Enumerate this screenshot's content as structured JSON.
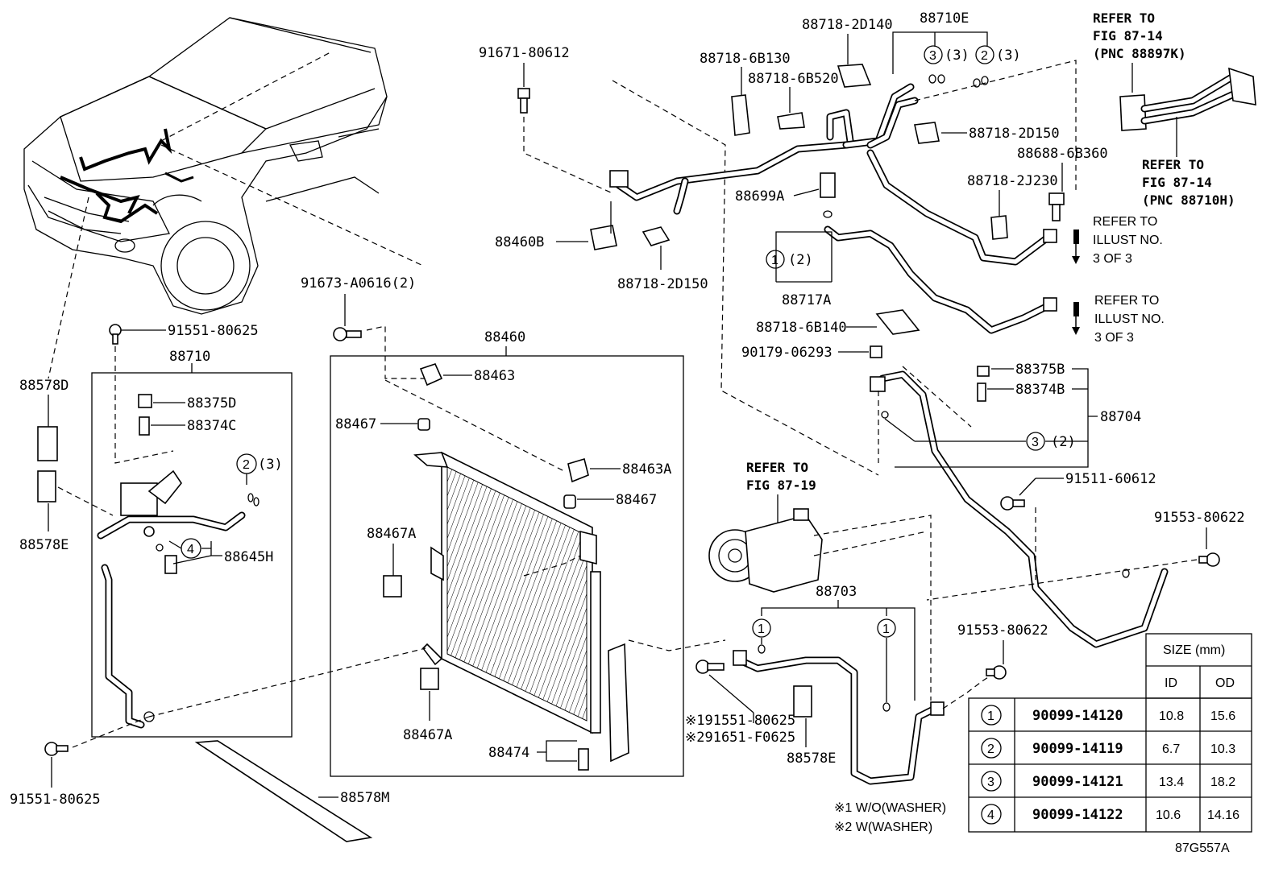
{
  "labels": {
    "p91671_80612": "91671-80612",
    "p88718_6B130": "88718-6B130",
    "p88718_2D140": "88718-2D140",
    "p88710E": "88710E",
    "p88718_6B520": "88718-6B520",
    "p88718_2D150_top": "88718-2D150",
    "p88688_6B360": "88688-6B360",
    "p88718_2J230": "88718-2J230",
    "p88699A": "88699A",
    "p88460B": "88460B",
    "p88718_2D150_mid": "88718-2D150",
    "p88717A": "88717A",
    "p88718_6B140": "88718-6B140",
    "p90179_06293": "90179-06293",
    "p91673_A0616": "91673-A0616(2)",
    "p91551_80625_top": "91551-80625",
    "p88710": "88710",
    "p88460": "88460",
    "p88578D": "88578D",
    "p88375D": "88375D",
    "p88374C": "88374C",
    "p88578E_left": "88578E",
    "p88645H": "88645H",
    "p88463": "88463",
    "p88467_top": "88467",
    "p88463A": "88463A",
    "p88467_mid": "88467",
    "p88467A_top": "88467A",
    "p88467A_bot": "88467A",
    "p88474": "88474",
    "p88578M": "88578M",
    "p91551_80625_bot": "91551-80625",
    "p88375B": "88375B",
    "p88374B": "88374B",
    "p88704": "88704",
    "p91511_60612": "91511-60612",
    "p91553_80622_right": "91553-80622",
    "p91553_80622_mid": "91553-80622",
    "p88703": "88703",
    "p88578E_mid": "88578E",
    "p191551": "※191551-80625",
    "p291651": "※291651-F0625",
    "note1": "※1 W/O(WASHER)",
    "note2": "※2 W(WASHER)",
    "fig_code": "87G557A"
  },
  "callouts": {
    "c3_3": "(3)",
    "c2_3": "(3)",
    "c1_2": "(2)",
    "c3_2": "(2)",
    "c2_3_left": "(3)"
  },
  "refs": {
    "ref_top_right_1": [
      "REFER TO",
      "FIG 87-14",
      "(PNC 88897K)"
    ],
    "ref_top_right_2": [
      "REFER TO",
      "FIG 87-14",
      "(PNC 88710H)"
    ],
    "ref_illust_1": [
      "REFER TO",
      "ILLUST NO.",
      "3 OF 3"
    ],
    "ref_illust_2": [
      "REFER TO",
      "ILLUST NO.",
      "3 OF 3"
    ],
    "ref_compressor": [
      "REFER TO",
      "FIG 87-19"
    ]
  },
  "size_table": {
    "header": "SIZE (mm)",
    "col_id": "ID",
    "col_od": "OD",
    "rows": [
      {
        "no": "1",
        "part": "90099-14120",
        "id": "10.8",
        "od": "15.6"
      },
      {
        "no": "2",
        "part": "90099-14119",
        "id": "6.7",
        "od": "10.3"
      },
      {
        "no": "3",
        "part": "90099-14121",
        "id": "13.4",
        "od": "18.2"
      },
      {
        "no": "4",
        "part": "90099-14122",
        "id": "10.6",
        "od": "14.16"
      }
    ]
  }
}
